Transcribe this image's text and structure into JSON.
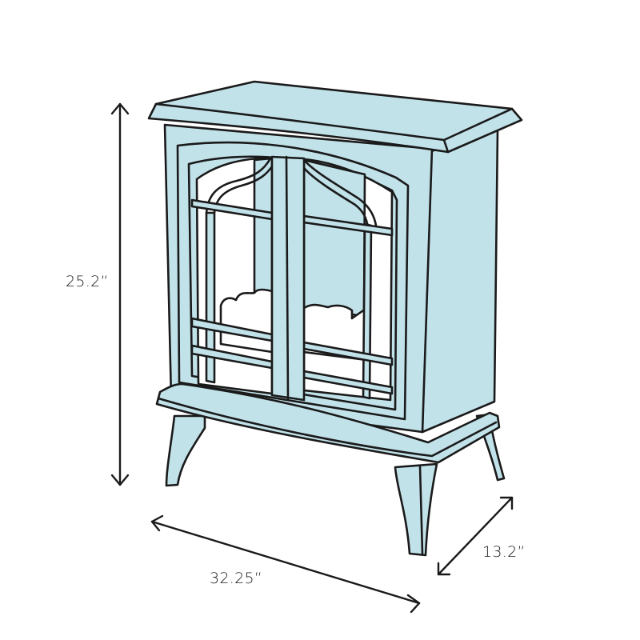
{
  "diagram": {
    "subject": "Electric stove fireplace with double glass doors",
    "fill_color": "#c2e2ea",
    "glass_color": "#ffffff",
    "line_color": "#1a1a1a",
    "dimensions": {
      "height": "25.2”",
      "width": "32.25”",
      "depth": "13.2”"
    }
  }
}
